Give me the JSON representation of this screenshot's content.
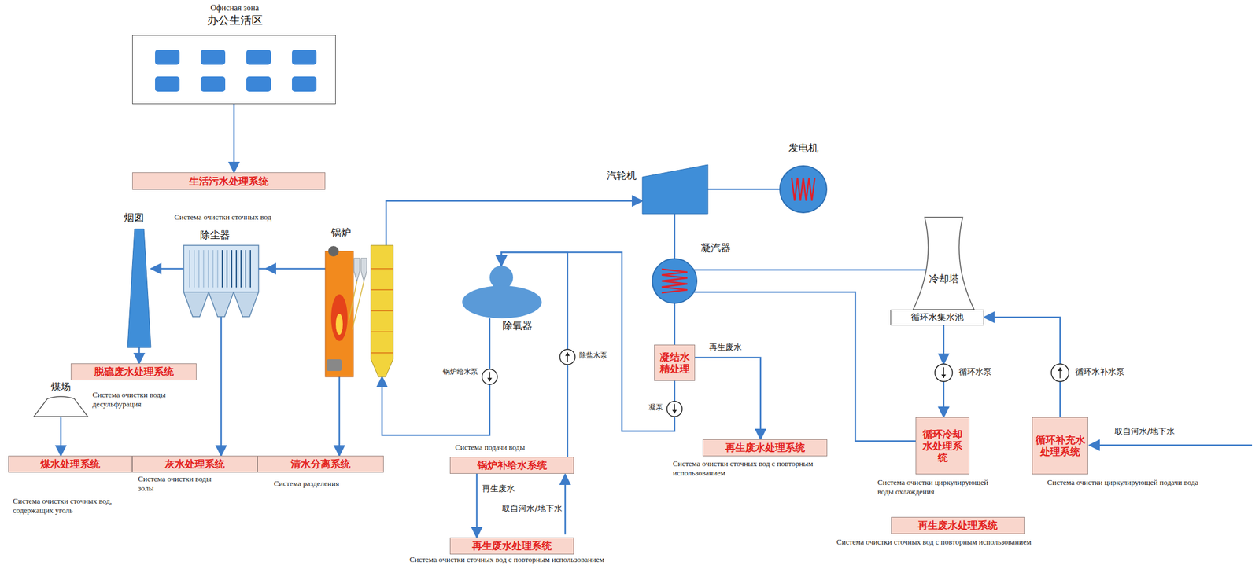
{
  "diagram": {
    "nodes": [
      {
        "text": [
          "Офисная зона",
          "办公生活区"
        ]
      },
      {
        "text": [
          "生活污水处理系统"
        ]
      },
      {
        "text": [
          "烟囱"
        ]
      },
      {
        "text": [
          "除尘器"
        ]
      },
      {
        "text": [
          "锅炉"
        ]
      },
      {
        "text": [
          "汽轮机"
        ]
      },
      {
        "text": [
          "发电机"
        ]
      },
      {
        "text": [
          "凝汽器"
        ]
      },
      {
        "text": [
          "冷却塔"
        ]
      },
      {
        "text": [
          "循环水集水池"
        ]
      },
      {
        "text": [
          "除氧器"
        ]
      },
      {
        "text": [
          "凝结水精处理"
        ]
      },
      {
        "text": [
          "脱硫废水处理系统"
        ]
      },
      {
        "text": [
          "煤场"
        ]
      },
      {
        "text": [
          "锅炉给水泵"
        ]
      },
      {
        "text": [
          "除盐水泵"
        ]
      },
      {
        "text": [
          "凝泵"
        ]
      },
      {
        "text": [
          "循环水泵"
        ]
      },
      {
        "text": [
          "循环水补水泵"
        ]
      },
      {
        "text": [
          "煤水处理系统"
        ]
      },
      {
        "text": [
          "灰水处理系统"
        ]
      },
      {
        "text": [
          "清水分离系统"
        ]
      },
      {
        "text": [
          "锅炉补给水系统"
        ]
      },
      {
        "text": [
          "再生废水处理系统"
        ]
      },
      {
        "text": [
          "循环冷却水处理系统"
        ]
      },
      {
        "text": [
          "循环补充水处理系统"
        ]
      },
      {
        "text": [
          "再生废水处理系统"
        ]
      },
      {
        "text": [
          "再生废水处理系统"
        ]
      }
    ],
    "edges": [
      {
        "from": 0,
        "to": 1,
        "arrow": "to"
      },
      {
        "from": 4,
        "to": 3,
        "arrow": "to"
      },
      {
        "from": 3,
        "to": 2,
        "arrow": "to"
      },
      {
        "from": 2,
        "to": 12,
        "arrow": "to"
      },
      {
        "from": 3,
        "to": 20,
        "arrow": "to"
      },
      {
        "from": 13,
        "to": 19,
        "arrow": "to"
      },
      {
        "from": 4,
        "to": 21,
        "arrow": "to"
      },
      {
        "from": 4,
        "to": 5,
        "arrow": "to"
      },
      {
        "from": 5,
        "to": 6,
        "arrow": "none"
      },
      {
        "from": 5,
        "to": 7,
        "arrow": "none"
      },
      {
        "from": 7,
        "to": 8,
        "arrow": "none"
      },
      {
        "from": 7,
        "to": 11,
        "arrow": "none"
      },
      {
        "from": 11,
        "to": 16,
        "arrow": "none"
      },
      {
        "from": 16,
        "to": 10,
        "arrow": "to"
      },
      {
        "from": 11,
        "to": 23,
        "label": "再生废水",
        "arrow": "to"
      },
      {
        "from": 7,
        "to": 24,
        "arrow": "none"
      },
      {
        "from": 10,
        "to": 14,
        "arrow": "none"
      },
      {
        "from": 14,
        "to": 4,
        "arrow": "to"
      },
      {
        "from": 22,
        "to": 15,
        "arrow": "none"
      },
      {
        "from": 15,
        "to": 10,
        "arrow": "to"
      },
      {
        "from": 22,
        "to": 27,
        "label": "再生废水",
        "arrow": "to"
      },
      {
        "from": 9,
        "to": 17,
        "arrow": "to"
      },
      {
        "from": 17,
        "to": 24,
        "arrow": "to"
      },
      {
        "from": 25,
        "to": 18,
        "arrow": "none"
      },
      {
        "from": 18,
        "to": 9,
        "arrow": "to"
      }
    ],
    "labels": [
      "Система очистки сточных вод",
      "Система очистки воды десульфурация",
      "Система очистки сточных вод, содержащих уголь",
      "Система очистки воды золы",
      "Система разделения",
      "Система подачи воды",
      "Система очистки сточных вод с повторным использованием",
      "Система очистки сточных вод с повторным использованием",
      "Система очистки сточных вод с повторным использованием",
      "取自河水/地下水",
      "取自河水/地下水",
      "Система очистки циркулирующей воды охлаждения",
      "Система очистки циркулирующей подачи вода"
    ]
  }
}
